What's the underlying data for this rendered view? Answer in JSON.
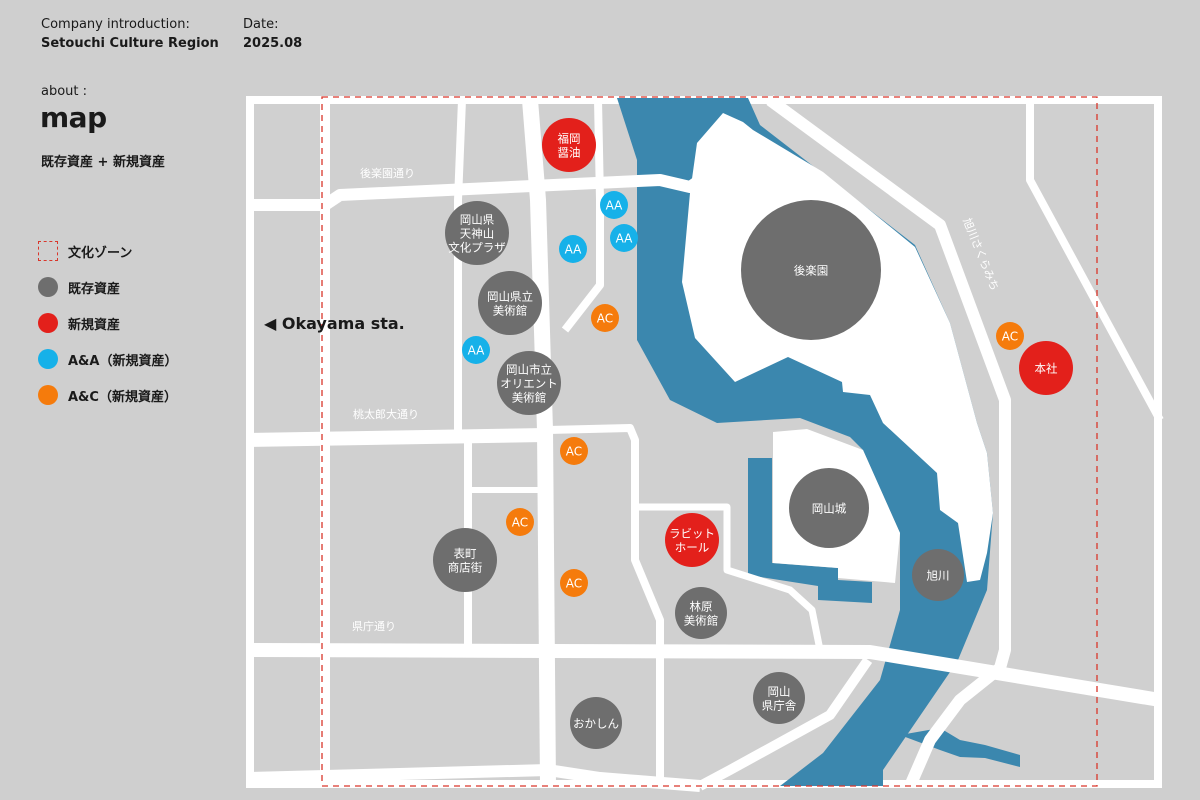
{
  "header": {
    "company_label": "Company introduction:",
    "company_name": "Setouchi Culture Region",
    "date_label": "Date:",
    "date_value": "2025.08"
  },
  "page": {
    "about": "about :",
    "title": "map",
    "subtitle": "既存資産 + 新規資産"
  },
  "legend": [
    {
      "label": "文化ゾーン",
      "type": "dashed-zone",
      "color": "#d9362b"
    },
    {
      "label": "既存資産",
      "type": "circle",
      "color": "#6e6e6e"
    },
    {
      "label": "新規資産",
      "type": "circle",
      "color": "#e3201b"
    },
    {
      "label": "A&A（新規資産）",
      "type": "circle",
      "color": "#16b1e9"
    },
    {
      "label": "A&C（新規資産）",
      "type": "circle",
      "color": "#f57b0c"
    }
  ],
  "colors": {
    "water": "#3b87ae",
    "road": "#ffffff",
    "land": "#d0d0d0",
    "zone": "#d9362b"
  },
  "map": {
    "station_label": "◀ Okayama sta.",
    "roads": [
      "後楽園通り",
      "桃太郎大通り",
      "県庁通り",
      "旭川さくらみち"
    ],
    "markers": [
      {
        "kind": "new",
        "lines": [
          "福岡",
          "醤油"
        ]
      },
      {
        "kind": "aa",
        "lines": [
          "AA"
        ]
      },
      {
        "kind": "aa",
        "lines": [
          "AA"
        ]
      },
      {
        "kind": "aa",
        "lines": [
          "AA"
        ]
      },
      {
        "kind": "aa",
        "lines": [
          "AA"
        ]
      },
      {
        "kind": "ac",
        "lines": [
          "AC"
        ]
      },
      {
        "kind": "ac",
        "lines": [
          "AC"
        ]
      },
      {
        "kind": "ac",
        "lines": [
          "AC"
        ]
      },
      {
        "kind": "ac",
        "lines": [
          "AC"
        ]
      },
      {
        "kind": "ac",
        "lines": [
          "AC"
        ]
      },
      {
        "kind": "existing",
        "lines": [
          "岡山県",
          "天神山",
          "文化プラザ"
        ]
      },
      {
        "kind": "existing",
        "lines": [
          "岡山県立",
          "美術館"
        ]
      },
      {
        "kind": "existing",
        "lines": [
          "岡山市立",
          "オリエント",
          "美術館"
        ]
      },
      {
        "kind": "existing",
        "lines": [
          "後楽園"
        ]
      },
      {
        "kind": "existing",
        "lines": [
          "岡山城"
        ]
      },
      {
        "kind": "existing",
        "lines": [
          "旭川"
        ]
      },
      {
        "kind": "new",
        "lines": [
          "本社"
        ]
      },
      {
        "kind": "new",
        "lines": [
          "ラビット",
          "ホール"
        ]
      },
      {
        "kind": "existing",
        "lines": [
          "表町",
          "商店街"
        ]
      },
      {
        "kind": "existing",
        "lines": [
          "林原",
          "美術館"
        ]
      },
      {
        "kind": "existing",
        "lines": [
          "岡山",
          "県庁舎"
        ]
      },
      {
        "kind": "existing",
        "lines": [
          "おかしん"
        ]
      }
    ]
  }
}
